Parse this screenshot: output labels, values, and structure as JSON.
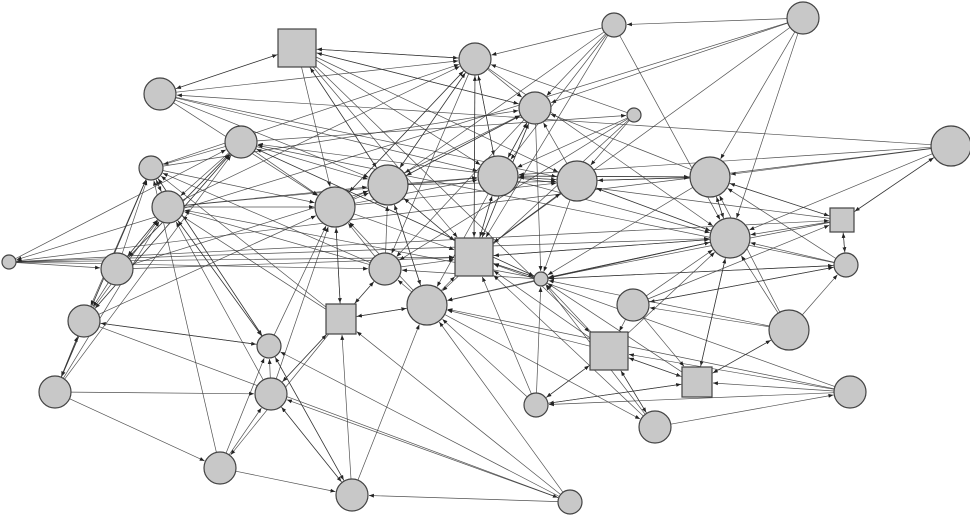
{
  "diagram": {
    "type": "directed-network",
    "node_fill": "#c8c8c8",
    "node_stroke": "#444444",
    "edge_color": "#333333",
    "nodes": [
      {
        "id": "n1",
        "shape": "square",
        "size": "large"
      },
      {
        "id": "n2",
        "shape": "circle",
        "size": "medium"
      },
      {
        "id": "n3",
        "shape": "circle",
        "size": "small"
      },
      {
        "id": "n4",
        "shape": "circle",
        "size": "medium"
      },
      {
        "id": "n5",
        "shape": "circle",
        "size": "medium"
      },
      {
        "id": "n6",
        "shape": "circle",
        "size": "medium"
      },
      {
        "id": "n7",
        "shape": "circle",
        "size": "tiny"
      },
      {
        "id": "n8",
        "shape": "circle",
        "size": "large"
      },
      {
        "id": "n9",
        "shape": "circle",
        "size": "medium"
      },
      {
        "id": "n10",
        "shape": "circle",
        "size": "small"
      },
      {
        "id": "n11",
        "shape": "circle",
        "size": "medium"
      },
      {
        "id": "n12",
        "shape": "circle",
        "size": "large"
      },
      {
        "id": "n13",
        "shape": "circle",
        "size": "large"
      },
      {
        "id": "n14",
        "shape": "circle",
        "size": "large"
      },
      {
        "id": "n15",
        "shape": "circle",
        "size": "large"
      },
      {
        "id": "n16",
        "shape": "circle",
        "size": "large"
      },
      {
        "id": "n17",
        "shape": "square",
        "size": "small"
      },
      {
        "id": "n18",
        "shape": "circle",
        "size": "tiny"
      },
      {
        "id": "n19",
        "shape": "circle",
        "size": "medium"
      },
      {
        "id": "n20",
        "shape": "square",
        "size": "large"
      },
      {
        "id": "n21",
        "shape": "circle",
        "size": "medium"
      },
      {
        "id": "n22",
        "shape": "circle",
        "size": "tiny"
      },
      {
        "id": "n23",
        "shape": "circle",
        "size": "small"
      },
      {
        "id": "n24",
        "shape": "circle",
        "size": "medium"
      },
      {
        "id": "n25",
        "shape": "square",
        "size": "medium"
      },
      {
        "id": "n26",
        "shape": "circle",
        "size": "large"
      },
      {
        "id": "n27",
        "shape": "circle",
        "size": "large"
      },
      {
        "id": "n28",
        "shape": "circle",
        "size": "medium"
      },
      {
        "id": "n29",
        "shape": "circle",
        "size": "small"
      },
      {
        "id": "n30",
        "shape": "circle",
        "size": "medium"
      },
      {
        "id": "n31",
        "shape": "circle",
        "size": "medium"
      },
      {
        "id": "n32",
        "shape": "circle",
        "size": "medium"
      },
      {
        "id": "n33",
        "shape": "square",
        "size": "large"
      },
      {
        "id": "n34",
        "shape": "square",
        "size": "medium"
      },
      {
        "id": "n35",
        "shape": "circle",
        "size": "small"
      },
      {
        "id": "n36",
        "shape": "circle",
        "size": "small"
      },
      {
        "id": "n37",
        "shape": "circle",
        "size": "large"
      },
      {
        "id": "n38",
        "shape": "circle",
        "size": "medium"
      },
      {
        "id": "n39",
        "shape": "circle",
        "size": "medium"
      },
      {
        "id": "n40",
        "shape": "circle",
        "size": "medium"
      }
    ],
    "edges": [
      [
        "n1",
        "n2"
      ],
      [
        "n1",
        "n4"
      ],
      [
        "n1",
        "n12"
      ],
      [
        "n1",
        "n5"
      ],
      [
        "n1",
        "n13"
      ],
      [
        "n1",
        "n14"
      ],
      [
        "n1",
        "n20"
      ],
      [
        "n1",
        "n15"
      ],
      [
        "n1",
        "n33"
      ],
      [
        "n2",
        "n1"
      ],
      [
        "n2",
        "n4"
      ],
      [
        "n2",
        "n13"
      ],
      [
        "n2",
        "n12"
      ],
      [
        "n2",
        "n14"
      ],
      [
        "n2",
        "n20"
      ],
      [
        "n2",
        "n21"
      ],
      [
        "n2",
        "n26"
      ],
      [
        "n3",
        "n2"
      ],
      [
        "n3",
        "n4"
      ],
      [
        "n3",
        "n13"
      ],
      [
        "n3",
        "n14"
      ],
      [
        "n3",
        "n20"
      ],
      [
        "n3",
        "n26"
      ],
      [
        "n4",
        "n1"
      ],
      [
        "n4",
        "n13"
      ],
      [
        "n4",
        "n14"
      ],
      [
        "n4",
        "n20"
      ],
      [
        "n4",
        "n22"
      ],
      [
        "n4",
        "n21"
      ],
      [
        "n5",
        "n1"
      ],
      [
        "n5",
        "n2"
      ],
      [
        "n5",
        "n13"
      ],
      [
        "n5",
        "n12"
      ],
      [
        "n5",
        "n14"
      ],
      [
        "n5",
        "n15"
      ],
      [
        "n6",
        "n3"
      ],
      [
        "n6",
        "n4"
      ],
      [
        "n6",
        "n16"
      ],
      [
        "n6",
        "n26"
      ],
      [
        "n6",
        "n20"
      ],
      [
        "n6",
        "n18"
      ],
      [
        "n7",
        "n2"
      ],
      [
        "n7",
        "n14"
      ],
      [
        "n7",
        "n15"
      ],
      [
        "n7",
        "n27"
      ],
      [
        "n7",
        "n21"
      ],
      [
        "n8",
        "n5"
      ],
      [
        "n8",
        "n14"
      ],
      [
        "n8",
        "n16"
      ],
      [
        "n8",
        "n26"
      ],
      [
        "n8",
        "n17"
      ],
      [
        "n8",
        "n18"
      ],
      [
        "n9",
        "n7"
      ],
      [
        "n9",
        "n10"
      ],
      [
        "n9",
        "n11"
      ],
      [
        "n9",
        "n12"
      ],
      [
        "n9",
        "n13"
      ],
      [
        "n9",
        "n22"
      ],
      [
        "n9",
        "n19"
      ],
      [
        "n9",
        "n24"
      ],
      [
        "n10",
        "n2"
      ],
      [
        "n10",
        "n4"
      ],
      [
        "n10",
        "n11"
      ],
      [
        "n10",
        "n12"
      ],
      [
        "n10",
        "n28"
      ],
      [
        "n10",
        "n29"
      ],
      [
        "n10",
        "n24"
      ],
      [
        "n11",
        "n10"
      ],
      [
        "n11",
        "n2"
      ],
      [
        "n11",
        "n12"
      ],
      [
        "n11",
        "n13"
      ],
      [
        "n11",
        "n14"
      ],
      [
        "n11",
        "n19"
      ],
      [
        "n11",
        "n29"
      ],
      [
        "n12",
        "n2"
      ],
      [
        "n12",
        "n4"
      ],
      [
        "n12",
        "n13"
      ],
      [
        "n12",
        "n14"
      ],
      [
        "n12",
        "n15"
      ],
      [
        "n12",
        "n20"
      ],
      [
        "n12",
        "n25"
      ],
      [
        "n13",
        "n1"
      ],
      [
        "n13",
        "n2"
      ],
      [
        "n13",
        "n4"
      ],
      [
        "n13",
        "n14"
      ],
      [
        "n13",
        "n15"
      ],
      [
        "n13",
        "n20"
      ],
      [
        "n13",
        "n27"
      ],
      [
        "n14",
        "n2"
      ],
      [
        "n14",
        "n4"
      ],
      [
        "n14",
        "n15"
      ],
      [
        "n14",
        "n16"
      ],
      [
        "n14",
        "n20"
      ],
      [
        "n14",
        "n26"
      ],
      [
        "n14",
        "n27"
      ],
      [
        "n15",
        "n4"
      ],
      [
        "n15",
        "n14"
      ],
      [
        "n15",
        "n16"
      ],
      [
        "n15",
        "n20"
      ],
      [
        "n15",
        "n22"
      ],
      [
        "n15",
        "n26"
      ],
      [
        "n16",
        "n4"
      ],
      [
        "n16",
        "n14"
      ],
      [
        "n16",
        "n15"
      ],
      [
        "n16",
        "n17"
      ],
      [
        "n16",
        "n22"
      ],
      [
        "n16",
        "n26"
      ],
      [
        "n17",
        "n8"
      ],
      [
        "n17",
        "n16"
      ],
      [
        "n17",
        "n9"
      ],
      [
        "n17",
        "n22"
      ],
      [
        "n17",
        "n26"
      ],
      [
        "n17",
        "n23"
      ],
      [
        "n18",
        "n9"
      ],
      [
        "n18",
        "n17"
      ],
      [
        "n18",
        "n19"
      ],
      [
        "n18",
        "n21"
      ],
      [
        "n18",
        "n20"
      ],
      [
        "n18",
        "n26"
      ],
      [
        "n19",
        "n9"
      ],
      [
        "n19",
        "n10"
      ],
      [
        "n19",
        "n11"
      ],
      [
        "n19",
        "n13"
      ],
      [
        "n19",
        "n20"
      ],
      [
        "n19",
        "n24"
      ],
      [
        "n20",
        "n2"
      ],
      [
        "n20",
        "n4"
      ],
      [
        "n20",
        "n13"
      ],
      [
        "n20",
        "n14"
      ],
      [
        "n20",
        "n15"
      ],
      [
        "n20",
        "n22"
      ],
      [
        "n20",
        "n26"
      ],
      [
        "n21",
        "n10"
      ],
      [
        "n21",
        "n11"
      ],
      [
        "n21",
        "n12"
      ],
      [
        "n21",
        "n13"
      ],
      [
        "n21",
        "n20"
      ],
      [
        "n21",
        "n25"
      ],
      [
        "n22",
        "n9"
      ],
      [
        "n22",
        "n11"
      ],
      [
        "n22",
        "n20"
      ],
      [
        "n22",
        "n21"
      ],
      [
        "n22",
        "n27"
      ],
      [
        "n22",
        "n23"
      ],
      [
        "n22",
        "n26"
      ],
      [
        "n23",
        "n9"
      ],
      [
        "n23",
        "n17"
      ],
      [
        "n23",
        "n16"
      ],
      [
        "n23",
        "n22"
      ],
      [
        "n23",
        "n26"
      ],
      [
        "n23",
        "n40"
      ],
      [
        "n24",
        "n9"
      ],
      [
        "n24",
        "n11"
      ],
      [
        "n24",
        "n12"
      ],
      [
        "n24",
        "n28"
      ],
      [
        "n24",
        "n29"
      ],
      [
        "n24",
        "n36"
      ],
      [
        "n25",
        "n10"
      ],
      [
        "n25",
        "n11"
      ],
      [
        "n25",
        "n12"
      ],
      [
        "n25",
        "n21"
      ],
      [
        "n25",
        "n27"
      ],
      [
        "n25",
        "n31"
      ],
      [
        "n25",
        "n30"
      ],
      [
        "n26",
        "n15"
      ],
      [
        "n26",
        "n16"
      ],
      [
        "n26",
        "n20"
      ],
      [
        "n26",
        "n22"
      ],
      [
        "n26",
        "n27"
      ],
      [
        "n26",
        "n34"
      ],
      [
        "n27",
        "n12"
      ],
      [
        "n27",
        "n13"
      ],
      [
        "n27",
        "n20"
      ],
      [
        "n27",
        "n21"
      ],
      [
        "n27",
        "n25"
      ],
      [
        "n27",
        "n38"
      ],
      [
        "n28",
        "n9"
      ],
      [
        "n28",
        "n10"
      ],
      [
        "n28",
        "n11"
      ],
      [
        "n28",
        "n24"
      ],
      [
        "n28",
        "n30"
      ],
      [
        "n28",
        "n31"
      ],
      [
        "n29",
        "n10"
      ],
      [
        "n29",
        "n11"
      ],
      [
        "n29",
        "n12"
      ],
      [
        "n29",
        "n24"
      ],
      [
        "n29",
        "n32"
      ],
      [
        "n30",
        "n10"
      ],
      [
        "n30",
        "n29"
      ],
      [
        "n30",
        "n31"
      ],
      [
        "n30",
        "n32"
      ],
      [
        "n31",
        "n11"
      ],
      [
        "n31",
        "n12"
      ],
      [
        "n31",
        "n25"
      ],
      [
        "n31",
        "n29"
      ],
      [
        "n31",
        "n32"
      ],
      [
        "n32",
        "n29"
      ],
      [
        "n32",
        "n31"
      ],
      [
        "n32",
        "n25"
      ],
      [
        "n32",
        "n27"
      ],
      [
        "n33",
        "n20"
      ],
      [
        "n33",
        "n22"
      ],
      [
        "n33",
        "n26"
      ],
      [
        "n33",
        "n27"
      ],
      [
        "n33",
        "n34"
      ],
      [
        "n33",
        "n35"
      ],
      [
        "n33",
        "n38"
      ],
      [
        "n34",
        "n22"
      ],
      [
        "n34",
        "n26"
      ],
      [
        "n34",
        "n33"
      ],
      [
        "n34",
        "n35"
      ],
      [
        "n34",
        "n37"
      ],
      [
        "n35",
        "n20"
      ],
      [
        "n35",
        "n22"
      ],
      [
        "n35",
        "n27"
      ],
      [
        "n35",
        "n33"
      ],
      [
        "n35",
        "n34"
      ],
      [
        "n36",
        "n25"
      ],
      [
        "n36",
        "n27"
      ],
      [
        "n36",
        "n31"
      ],
      [
        "n36",
        "n32"
      ],
      [
        "n36",
        "n29"
      ],
      [
        "n37",
        "n16"
      ],
      [
        "n37",
        "n22"
      ],
      [
        "n37",
        "n23"
      ],
      [
        "n37",
        "n26"
      ],
      [
        "n37",
        "n34"
      ],
      [
        "n37",
        "n40"
      ],
      [
        "n38",
        "n20"
      ],
      [
        "n38",
        "n22"
      ],
      [
        "n38",
        "n33"
      ],
      [
        "n38",
        "n39"
      ],
      [
        "n39",
        "n20"
      ],
      [
        "n39",
        "n27"
      ],
      [
        "n39",
        "n33"
      ],
      [
        "n39",
        "n35"
      ],
      [
        "n39",
        "n34"
      ],
      [
        "n40",
        "n17"
      ],
      [
        "n40",
        "n23"
      ],
      [
        "n40",
        "n26"
      ],
      [
        "n40",
        "n33"
      ],
      [
        "n40",
        "n34"
      ]
    ]
  }
}
